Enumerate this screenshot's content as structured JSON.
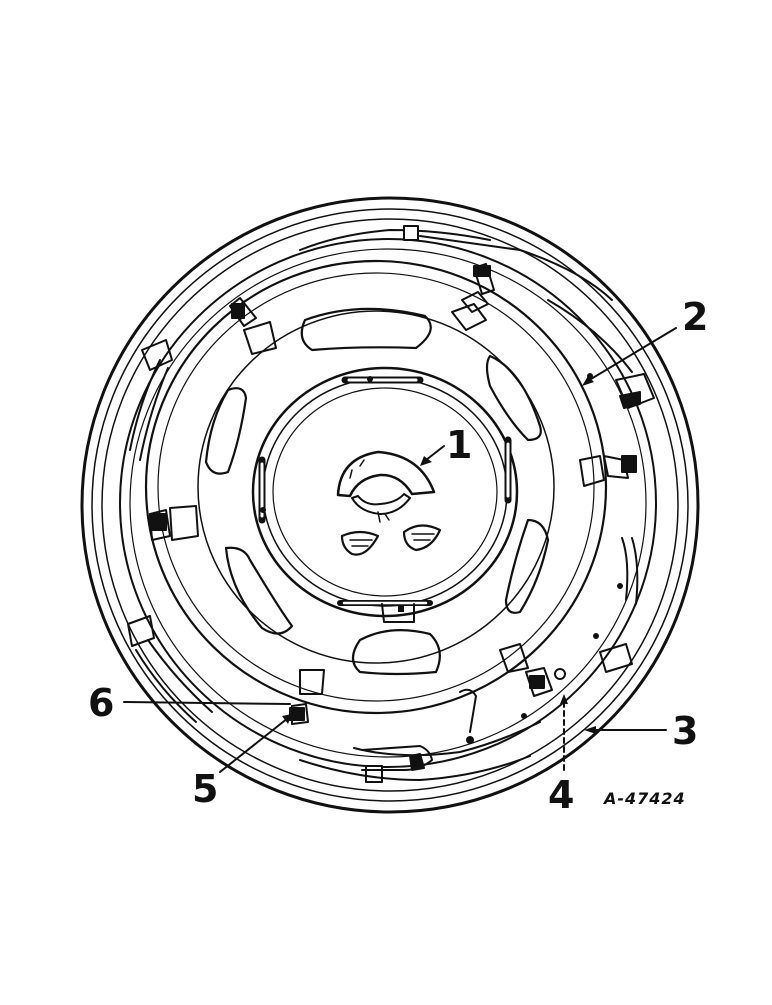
{
  "figure": {
    "reference_code": "A-47424",
    "callouts": [
      {
        "id": "1",
        "label": "1"
      },
      {
        "id": "2",
        "label": "2"
      },
      {
        "id": "3",
        "label": "3"
      },
      {
        "id": "4",
        "label": "4"
      },
      {
        "id": "5",
        "label": "5"
      },
      {
        "id": "6",
        "label": "6"
      }
    ]
  },
  "colors": {
    "ink": "#111111",
    "paper": "#ffffff"
  }
}
